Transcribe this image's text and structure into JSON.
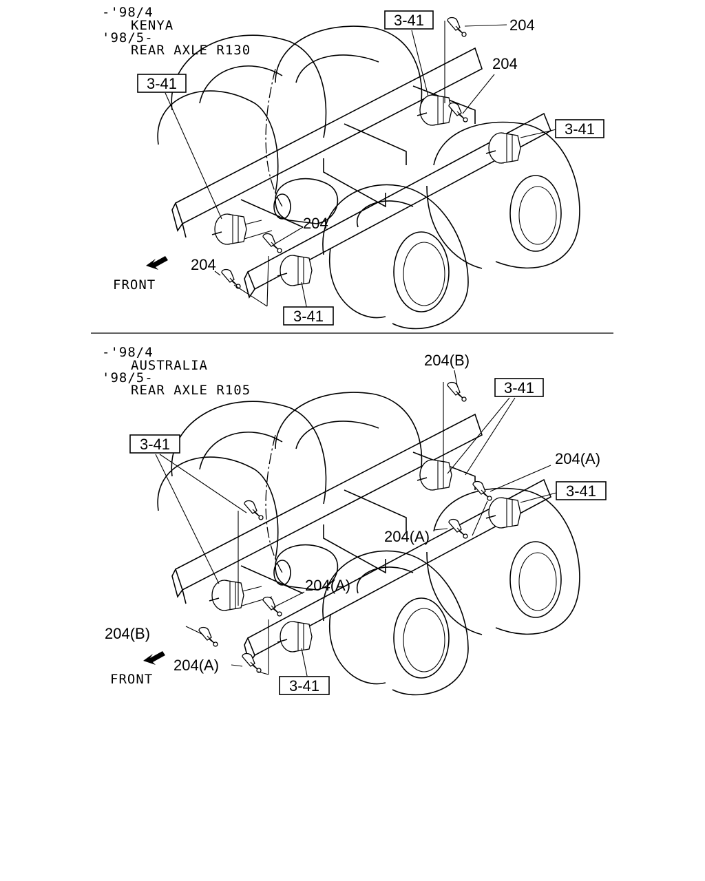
{
  "top_diagram": {
    "header": {
      "line1": "-'98/4",
      "line2": "KENYA",
      "line3": "'98/5-",
      "line4": "REAR AXLE R130"
    },
    "callouts": {
      "box_a": "3-41",
      "box_b": "3-41",
      "box_c": "3-41",
      "box_d": "3-41",
      "part_a": "204",
      "part_b": "204",
      "part_c": "204",
      "part_d": "204"
    },
    "front_label": "FRONT"
  },
  "bottom_diagram": {
    "header": {
      "line1": "-'98/4",
      "line2": "AUSTRALIA",
      "line3": "'98/5-",
      "line4": "REAR AXLE R105"
    },
    "callouts": {
      "box_a": "3-41",
      "box_b": "3-41",
      "box_c": "3-41",
      "box_d": "3-41",
      "part_b_top": "204(B)",
      "part_a_right": "204(A)",
      "part_a_mid": "204(A)",
      "part_a_center": "204(A)",
      "part_b_left": "204(B)",
      "part_a_bottom": "204(A)"
    },
    "front_label": "FRONT"
  }
}
